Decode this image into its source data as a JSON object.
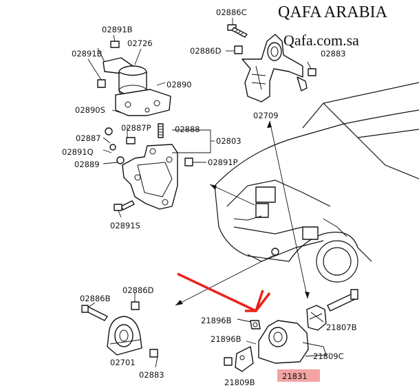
{
  "brand": {
    "title": "QAFA ARABIA",
    "site": "Qafa.com.sa"
  },
  "labels": {
    "p02886C_top": "02886C",
    "p02886D_top": "02886D",
    "p02883_top": "02883",
    "p02709": "02709",
    "p02891B_a": "02891B",
    "p02726": "02726",
    "p02891B_b": "02891B",
    "p02890": "02890",
    "p02890S": "02890S",
    "p02887P": "02887P",
    "p02888": "02888",
    "p02887": "02887",
    "p02803": "02803",
    "p02891Q": "02891Q",
    "p02891P": "02891P",
    "p02889": "02889",
    "p02891S": "02891S",
    "p02886B": "02886B",
    "p02886D_bot": "02886D",
    "p02701": "02701",
    "p02883_bot": "02883",
    "p21896B_a": "21896B",
    "p21896B_b": "21896B",
    "p21807B": "21807B",
    "p21809C": "21809C",
    "p21809B": "21809B",
    "p21831": "21831"
  },
  "highlight": {
    "label": "21831",
    "color": "#f4a3a3",
    "arrow_color": "#e8231b"
  }
}
